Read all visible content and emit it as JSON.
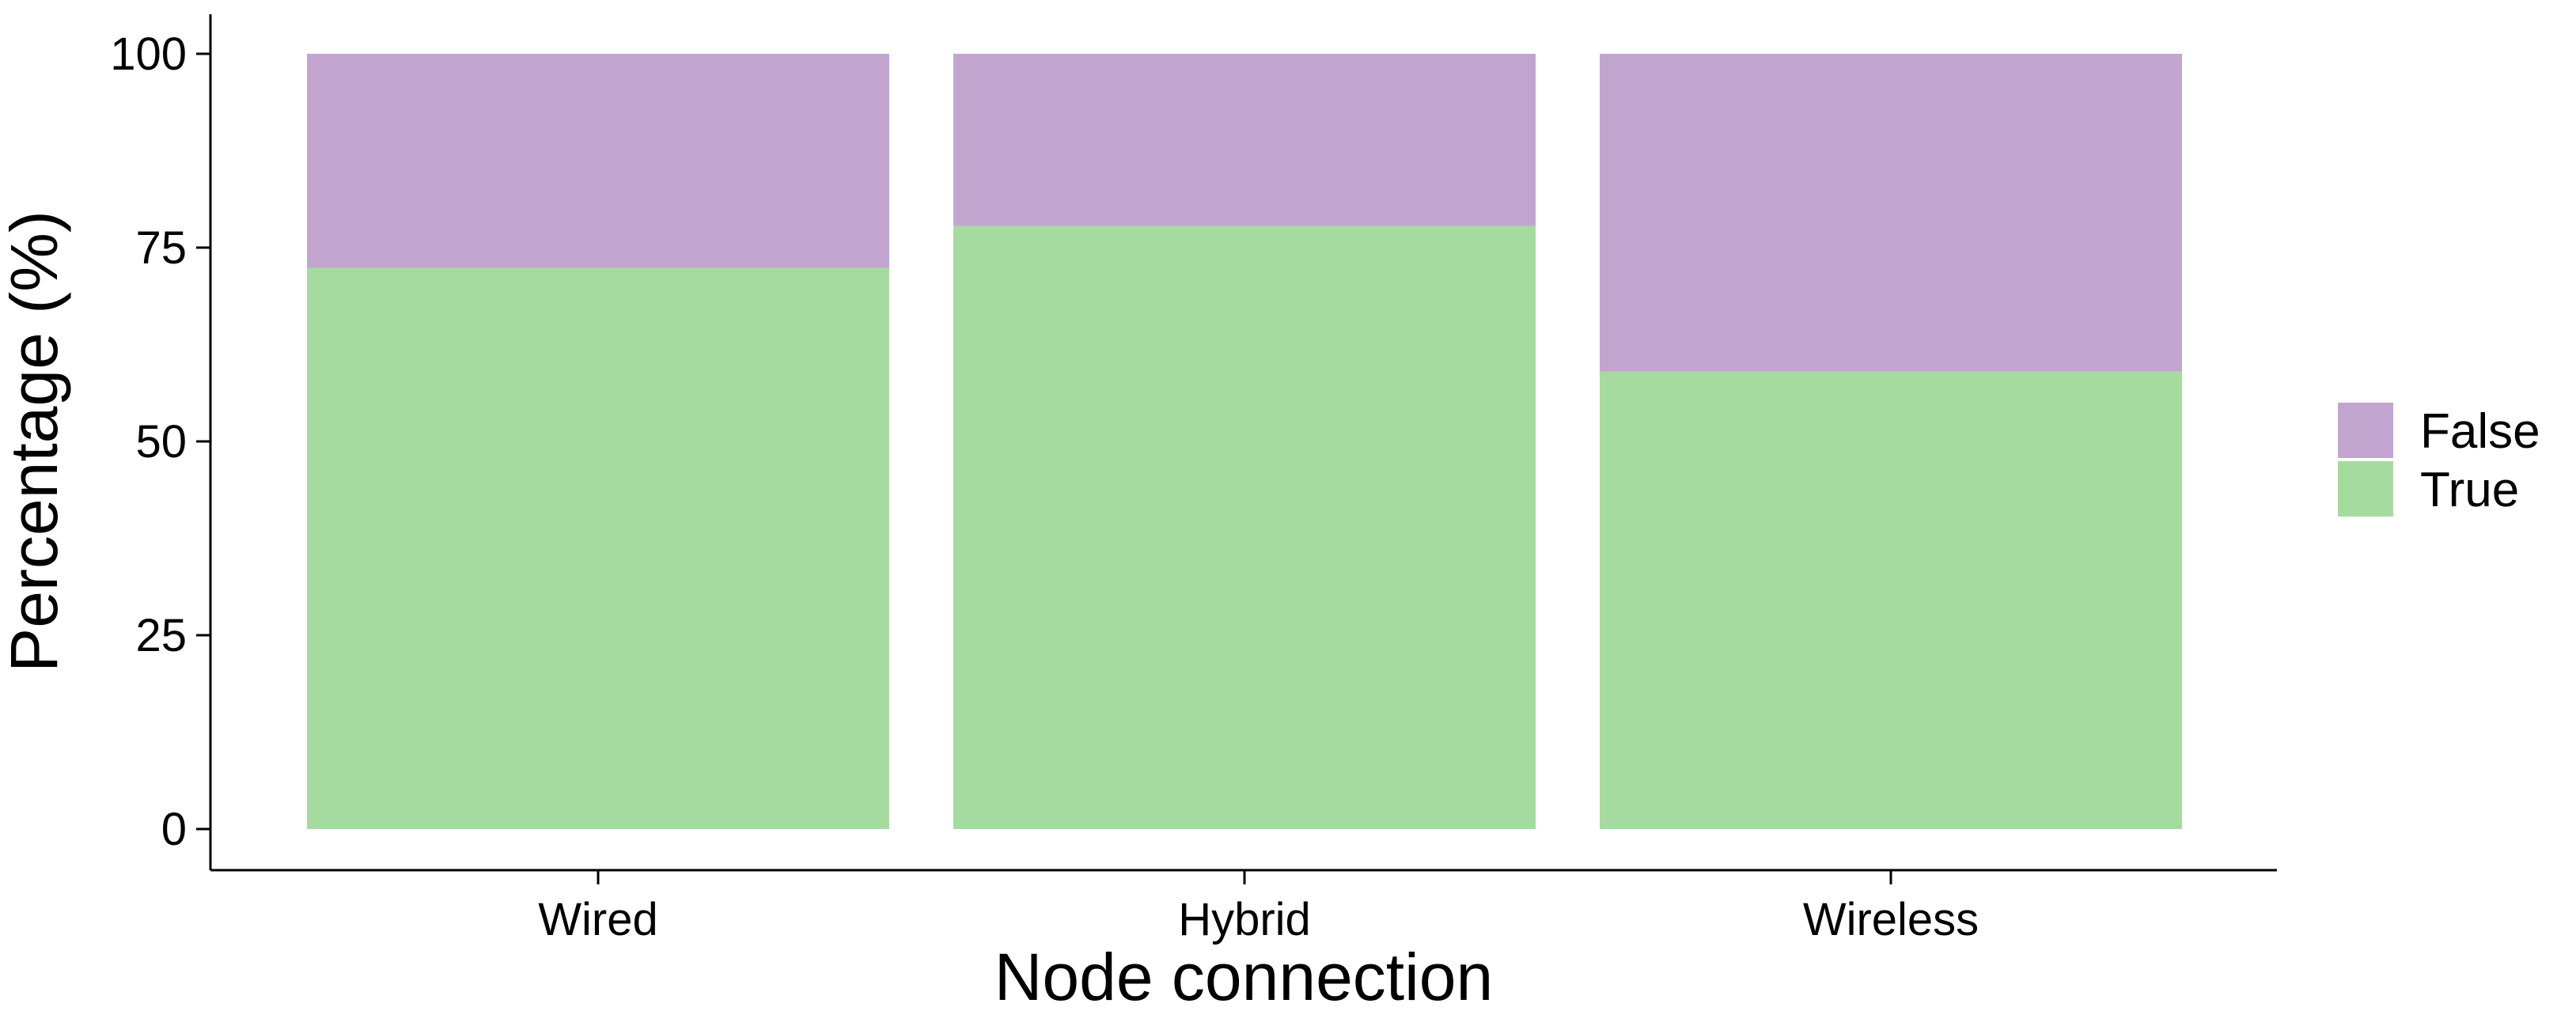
{
  "chart_data": {
    "type": "bar",
    "stacked": true,
    "categories": [
      "Wired",
      "Hybrid",
      "Wireless"
    ],
    "series": [
      {
        "name": "True",
        "values": [
          72.4,
          77.8,
          59.0
        ],
        "color": "#A6DBA0"
      },
      {
        "name": "False",
        "values": [
          27.6,
          22.2,
          41.0
        ],
        "color": "#C2A5CF"
      }
    ],
    "legend_order": [
      "False",
      "True"
    ],
    "xlabel": "Node connection",
    "ylabel": "Percentage (%)",
    "ylim": [
      0,
      100
    ],
    "yticks": [
      0,
      25,
      50,
      75,
      100
    ],
    "grid": false,
    "legend_position": "right"
  }
}
